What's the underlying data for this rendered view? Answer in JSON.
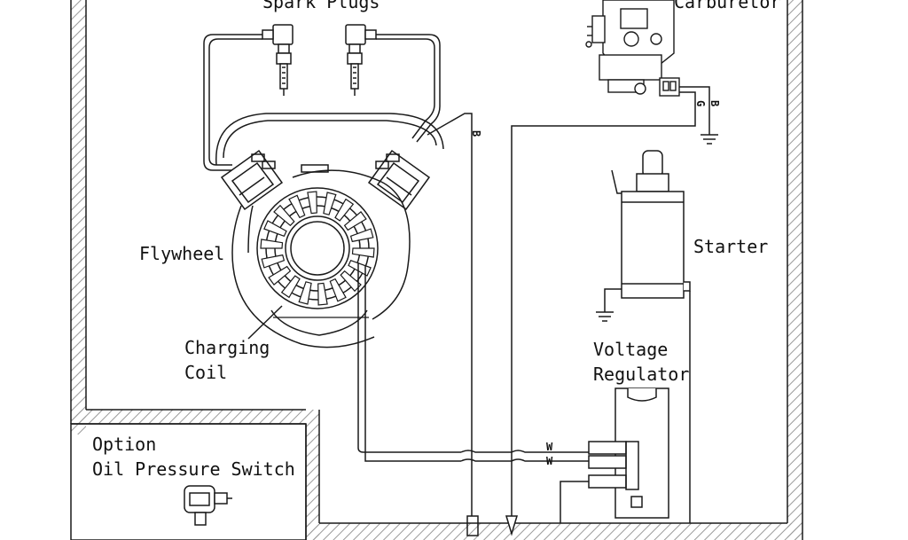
{
  "labels": {
    "spark_plugs": "Spark Plugs",
    "carburetor": "Carburetor",
    "flywheel": "Flywheel",
    "starter": "Starter",
    "charging_coil_line1": "Charging",
    "charging_coil_line2": "Coil",
    "voltage_regulator_line1": "Voltage",
    "voltage_regulator_line2": "Regulator",
    "option": "Option",
    "oil_pressure_switch": "Oil Pressure Switch"
  },
  "wire_labels": {
    "b_main": "B",
    "g_carb": "G",
    "b_carb": "B",
    "w_upper": "W",
    "w_lower": "W"
  },
  "colors": {
    "line": "#1a1a1a",
    "hatch": "#9a9a9a",
    "background": "#ffffff"
  }
}
